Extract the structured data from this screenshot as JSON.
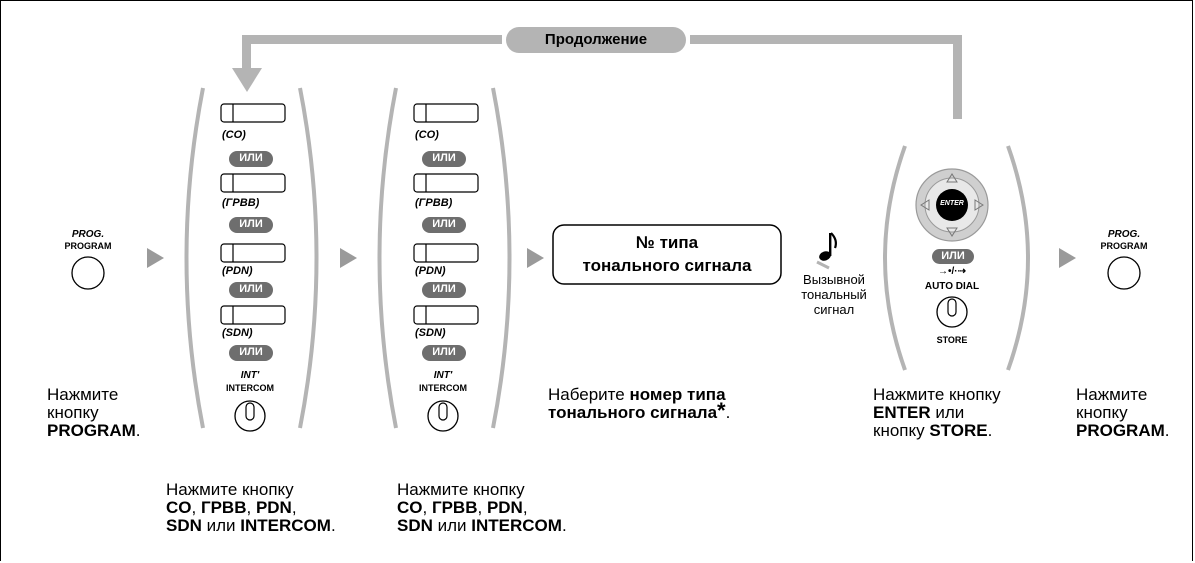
{
  "top_loop": {
    "label": "Продолжение"
  },
  "prog_key_left": {
    "italic": "PROG.",
    "name": "PROGRAM"
  },
  "prog_key_right": {
    "italic": "PROG.",
    "name": "PROGRAM"
  },
  "key_group_1": {
    "keys": [
      "(CO)",
      "(ГРВВ)",
      "(PDN)",
      "(SDN)"
    ],
    "or_label": "ИЛИ",
    "int_italic": "INT'",
    "int_name": "INTERCOM"
  },
  "key_group_2": {
    "keys": [
      "(CO)",
      "(ГРВВ)",
      "(PDN)",
      "(SDN)"
    ],
    "or_label": "ИЛИ",
    "int_italic": "INT'",
    "int_name": "INTERCOM"
  },
  "tone_box": {
    "line1": "№ типа",
    "line2": "тонального сигнала"
  },
  "ring_tone": {
    "line1": "Вызывной",
    "line2": "тональный",
    "line3": "сигнал"
  },
  "enter_group": {
    "enter_label": "ENTER",
    "or_label": "ИЛИ",
    "auto_symbol": "→•/·⇢",
    "auto_dial": "AUTO DIAL",
    "store": "STORE"
  },
  "captions": {
    "step1": {
      "l1": "Нажмите",
      "l2": "кнопку",
      "l3_bold": "PROGRAM",
      "l3_tail": "."
    },
    "step2": {
      "l1": "Нажмите кнопку",
      "b1": "CO",
      "s1": ", ",
      "b2": "ГРВВ",
      "s2": ", ",
      "b3": "PDN",
      "s3": ",",
      "b4": "SDN",
      "s4": " или ",
      "b5": "INTERCOM",
      "s5": "."
    },
    "step3": {
      "l1": "Нажмите кнопку",
      "b1": "CO",
      "s1": ", ",
      "b2": "ГРВВ",
      "s2": ", ",
      "b3": "PDN",
      "s3": ",",
      "b4": "SDN",
      "s4": " или ",
      "b5": "INTERCOM",
      "s5": "."
    },
    "step4": {
      "pre": "Наберите ",
      "b1": "номер типа",
      "b2": "тонального сигнала",
      "star": "*",
      "tail": "."
    },
    "step5": {
      "l1": "Нажмите кнопку",
      "b1": "ENTER",
      "s1": " или",
      "l3": "кнопку ",
      "b2": "STORE",
      "s2": "."
    },
    "step6": {
      "l1": "Нажмите",
      "l2": "кнопку",
      "b1": "PROGRAM",
      "s1": "."
    }
  },
  "colors": {
    "gray": "#b4b4b4",
    "pill": "#6e6e6e",
    "dark": "#000000"
  }
}
